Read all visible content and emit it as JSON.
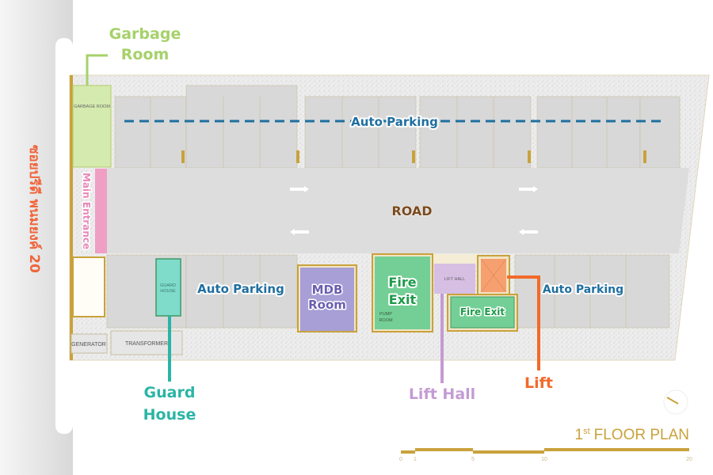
{
  "street_name": "ซอยปรีดี พนมยงค์ 20",
  "plan_title": {
    "prefix": "1",
    "superscript": "st",
    "text": "FLOOR PLAN"
  },
  "scale_bar": {
    "ticks": [
      "0",
      "1",
      "5",
      "10",
      "20"
    ]
  },
  "rooms": {
    "garbage_room": "GARBAGE ROOM",
    "guard_house_l1": "GUARD",
    "guard_house_l2": "HOUSE",
    "generator": "GENERATOR",
    "transformer": "TRANSFORMER",
    "pump_room_l1": "PUMP",
    "pump_room_l2": "ROOM",
    "lift_hall": "LIFT HALL"
  },
  "callouts": {
    "garbage_room_l1": "Garbage",
    "garbage_room_l2": "Room",
    "main_entrance": "Main Entrance",
    "auto_parking_top": "Auto Parking",
    "road": "ROAD",
    "auto_parking_left": "Auto Parking",
    "auto_parking_right": "Auto Parking",
    "mdb_room_l1": "MDB",
    "mdb_room_l2": "Room",
    "fire_exit_1_l1": "Fire",
    "fire_exit_1_l2": "Exit",
    "fire_exit_2": "Fire Exit",
    "guard_house_l1": "Guard",
    "guard_house_l2": "House",
    "lift_hall": "Lift Hall",
    "lift": "Lift"
  },
  "colors": {
    "garbage": "#a6d16a",
    "entrance": "#e889b8",
    "parking_line": "#1f6fa0",
    "road_text": "#7a4a1e",
    "guard": "#2bb5a6",
    "mdb": "#9a8fd0",
    "fire_exit": "#6fcf8f",
    "lift_hall": "#c49bd3",
    "lift": "#f26a2a",
    "gold": "#c9a23c",
    "street_text": "#f0643a"
  }
}
